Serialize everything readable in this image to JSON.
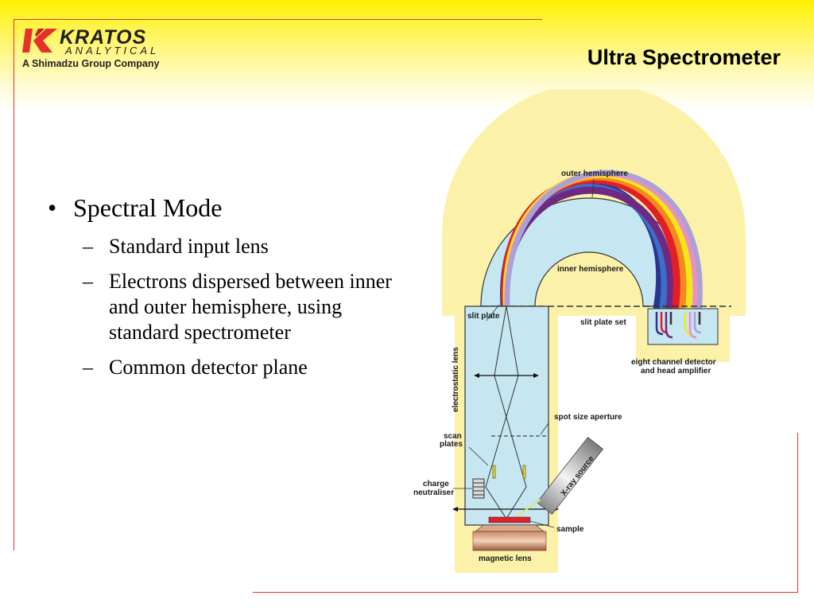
{
  "header": {
    "logo_mark": "K",
    "logo_name": "KRATOS",
    "logo_sub_name": "ANALYTICAL",
    "logo_tagline": "A Shimadzu Group Company",
    "title": "Ultra Spectrometer"
  },
  "content": {
    "bullet": "Spectral Mode",
    "sub_items": [
      "Standard input lens",
      "Electrons dispersed between inner and outer hemisphere, using standard spectrometer",
      "Common detector plane"
    ]
  },
  "diagram": {
    "labels": {
      "outer_hemisphere": "outer hemisphere",
      "inner_hemisphere": "inner hemisphere",
      "slit_plate": "slit plate",
      "slit_plate_set": "slit plate set",
      "detector_line1": "eight channel detector",
      "detector_line2": "and head amplifier",
      "electrostatic_lens": "electrostatic lens",
      "spot_size_aperture": "spot size aperture",
      "scan_plates_line1": "scan",
      "scan_plates_line2": "plates",
      "charge_neutraliser_line1": "charge",
      "charge_neutraliser_line2": "neutraliser",
      "xray_source": "X-ray source",
      "sample": "sample",
      "magnetic_lens": "magnetic lens"
    },
    "colors": {
      "housing": "#fbf1a8",
      "vacuum": "#c6e6f2",
      "accent_red": "#e4322b"
    }
  }
}
